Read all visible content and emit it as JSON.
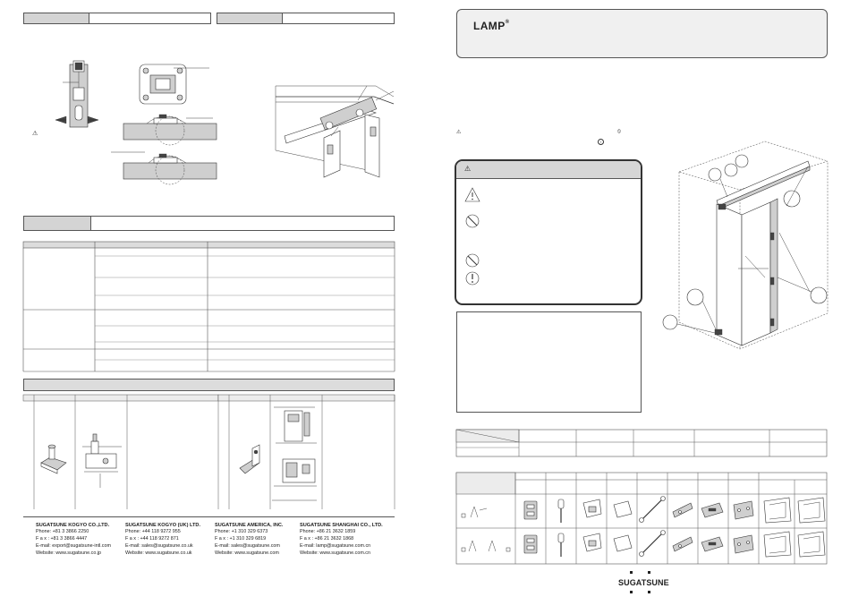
{
  "header": {
    "brand": "LAMP",
    "registered_mark": "®"
  },
  "footer": {
    "brand": "SUGATSUNE"
  },
  "offices": [
    {
      "name": "SUGATSUNE KOGYO CO.,LTD.",
      "phone": "Phone: +81 3 3866 2250",
      "fax": "F a x : +81 3 3866 4447",
      "email": "E-mail: export@sugatsune-intl.com",
      "website": "Website: www.sugatsune.co.jp"
    },
    {
      "name": "SUGATSUNE KOGYO (UK) LTD.",
      "phone": "Phone: +44 118 9272 955",
      "fax": "F a x : +44 118 9272 871",
      "email": "E-mail: sales@sugatsune.co.uk",
      "website": "Website: www.sugatsune.co.uk"
    },
    {
      "name": "SUGATSUNE AMERICA, INC.",
      "phone": "Phone: +1 310 329 6373",
      "fax": "F a x : +1 310 329 6819",
      "email": "E-mail: sales@sugatsune.com",
      "website": "Website: www.sugatsune.com"
    },
    {
      "name": "SUGATSUNE SHANGHAI CO., LTD.",
      "phone": "Phone: +86 21 3632 1859",
      "fax": "F a x : +86 21 3632 1868",
      "email": "E-mail: lamp@sugatsune.com.cn",
      "website": "Website: www.sugatsune.com.cn"
    }
  ],
  "symbols": {
    "warning": "⚠",
    "prohibited": "⦸",
    "mandatory": "!",
    "arrows": "⬅ ➡"
  },
  "colors": {
    "header_fill": "#f0f0f0",
    "label_shade": "#d4d4d4",
    "line": "#333333"
  }
}
